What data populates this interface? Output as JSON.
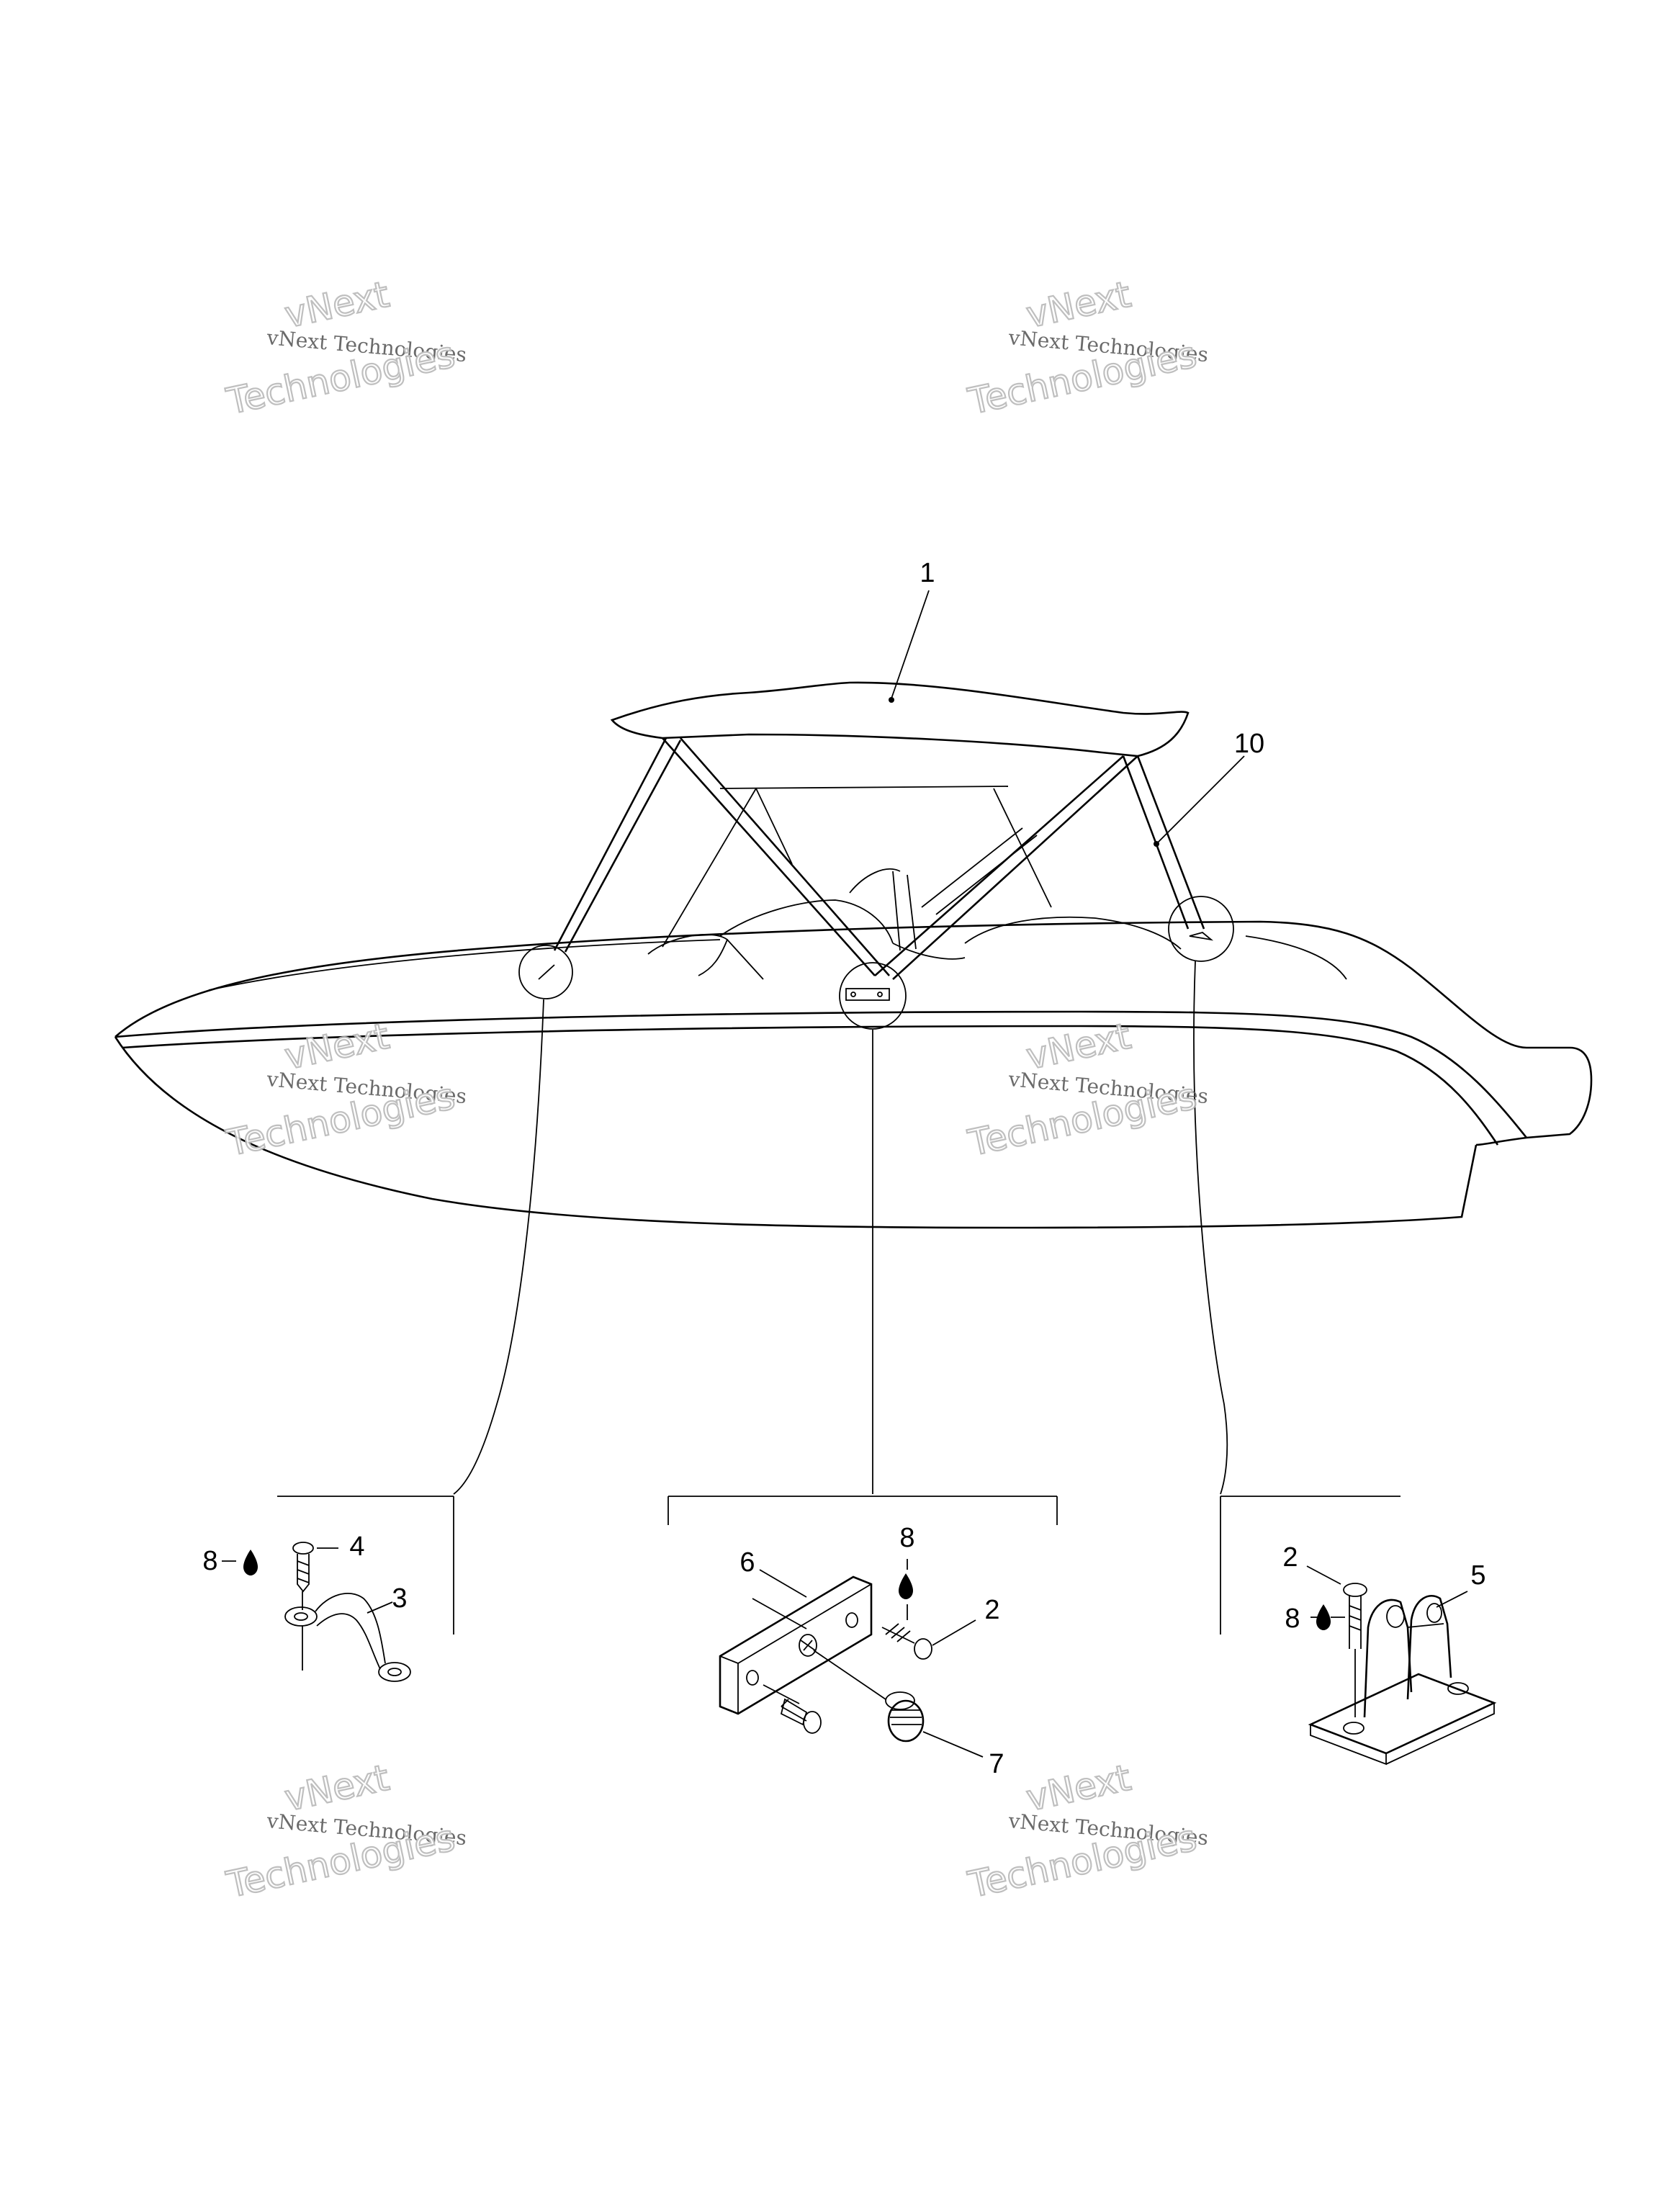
{
  "watermark": {
    "line1": "vNext",
    "line2": "vNext Technologies",
    "line3": "Technologies"
  },
  "callouts": {
    "top_cover": "1",
    "top_frame": "10",
    "clamp_screw_label": "8",
    "screw_4": "4",
    "strap_3": "3",
    "plate_6": "6",
    "mid_sealant": "8",
    "mid_screw": "2",
    "cap_7": "7",
    "right_screw": "2",
    "right_sealant": "8",
    "hinge_5": "5"
  }
}
